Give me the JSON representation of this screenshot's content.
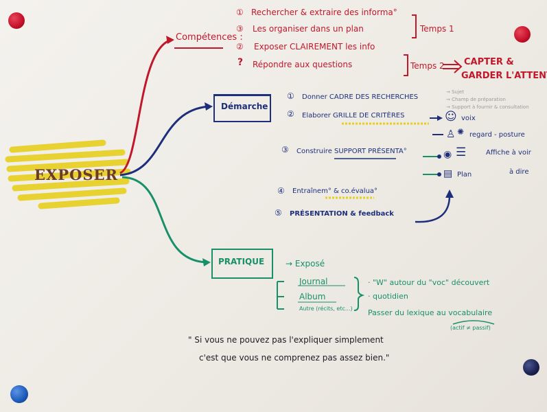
{
  "center": {
    "label": "EXPOSER"
  },
  "competences": {
    "title": "Compétences :",
    "items": [
      {
        "marker": "①",
        "text": "Rechercher & extraire des informa°"
      },
      {
        "marker": "③",
        "text": "Les organiser dans un plan"
      },
      {
        "marker": "②",
        "text": "Exposer CLAIREMENT les info"
      },
      {
        "marker": "?",
        "text": "Répondre aux questions"
      }
    ],
    "temps1": "Temps 1",
    "temps2": "Temps 2",
    "capter_line1": "CAPTER &",
    "capter_line2": "GARDER L'ATTENT°"
  },
  "demarche": {
    "title": "Démarche",
    "steps": [
      {
        "marker": "①",
        "text": "Donner CADRE DES RECHERCHES"
      },
      {
        "marker": "②",
        "text": "Elaborer GRILLE DE CRITÈRES"
      },
      {
        "marker": "③",
        "text": "Construire SUPPORT PRÉSENTA°"
      },
      {
        "marker": "④",
        "text": "Entraînem° & co.évalua°"
      },
      {
        "marker": "⑤",
        "text": "PRÉSENTATION & feedback"
      }
    ],
    "side_notes": [
      "→ Sujet",
      "→ Champ de préparation",
      "→ Support à fournir & consultation"
    ],
    "criteria": [
      "voix",
      "regard - posture"
    ],
    "support_items": [
      "Affiche à voir",
      "Plan",
      "à dire"
    ]
  },
  "pratique": {
    "title": "PRATIQUE",
    "expose": "→ Exposé",
    "list": [
      "Journal",
      "Album",
      "Autre (récits, etc...)"
    ],
    "notes": [
      "· \"W\" autour du \"voc\" découvert",
      "· quotidien"
    ],
    "lexique": "Passer du lexique au vocabulaire",
    "lexique_sub": "(actif ≠ passif)"
  },
  "quote": {
    "line1": "\" Si vous ne pouvez pas l'expliquer simplement",
    "line2": "c'est que vous ne comprenez pas assez bien.\""
  },
  "colors": {
    "red": "#c0182b",
    "blue": "#1d2f7a",
    "green": "#17906a",
    "yellow": "#e6cf1e",
    "pin_red": "#c4102a",
    "pin_blue": "#1c5ab8",
    "pin_navy": "#1a2150"
  }
}
